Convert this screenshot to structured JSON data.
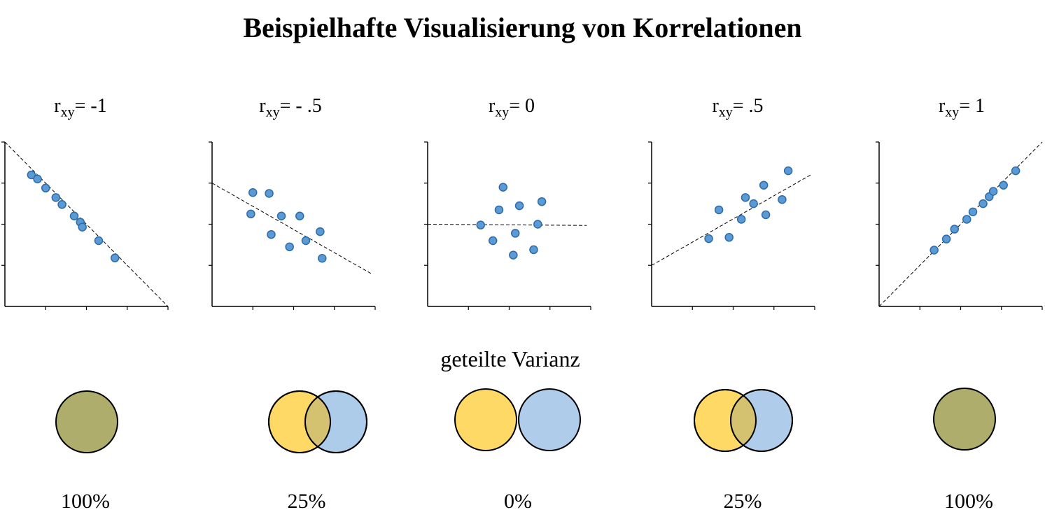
{
  "title": "Beispielhafte Visualisierung von Korrelationen",
  "shared_variance_label": "geteilte Varianz",
  "colors": {
    "point_fill": "#5b9bd5",
    "point_stroke": "#2e6aa8",
    "circle_yellow": "#ffd966",
    "circle_blue": "#9dc3e6",
    "circle_overlap_full": "#aead6c"
  },
  "panels": [
    {
      "r_prefix": "r",
      "r_sub": "xy",
      "r_value": "= -1",
      "shared_variance": "100%"
    },
    {
      "r_prefix": "r",
      "r_sub": "xy",
      "r_value": "= - .5",
      "shared_variance": "25%"
    },
    {
      "r_prefix": "r",
      "r_sub": "xy",
      "r_value": "= 0",
      "shared_variance": "0%"
    },
    {
      "r_prefix": "r",
      "r_sub": "xy",
      "r_value": "=  .5",
      "shared_variance": "25%"
    },
    {
      "r_prefix": "r",
      "r_sub": "xy",
      "r_value": "= 1",
      "shared_variance": "100%"
    }
  ],
  "chart_data": [
    {
      "type": "scatter",
      "r": -1,
      "xlim": [
        0,
        4
      ],
      "ylim": [
        0,
        4
      ],
      "trend": [
        [
          0,
          4
        ],
        [
          4,
          0
        ]
      ],
      "x": [
        0.65,
        0.8,
        1.0,
        1.25,
        1.4,
        1.7,
        1.85,
        1.9,
        2.3,
        2.7
      ],
      "y": [
        3.2,
        3.1,
        2.88,
        2.65,
        2.48,
        2.2,
        2.05,
        1.93,
        1.6,
        1.18
      ]
    },
    {
      "type": "scatter",
      "r": -0.5,
      "xlim": [
        0,
        4
      ],
      "ylim": [
        0,
        4
      ],
      "trend": [
        [
          0,
          3.0
        ],
        [
          3.9,
          0.8
        ]
      ],
      "x": [
        1.0,
        1.4,
        0.95,
        1.45,
        1.7,
        2.15,
        1.9,
        2.3,
        2.65,
        2.7
      ],
      "y": [
        2.77,
        2.75,
        2.25,
        1.75,
        2.2,
        2.2,
        1.45,
        1.6,
        1.82,
        1.17
      ]
    },
    {
      "type": "scatter",
      "r": 0,
      "xlim": [
        0,
        4
      ],
      "ylim": [
        0,
        4
      ],
      "trend": [
        [
          0,
          2.0
        ],
        [
          3.9,
          1.97
        ]
      ],
      "x": [
        1.85,
        1.75,
        2.25,
        2.8,
        1.3,
        2.15,
        2.7,
        1.6,
        2.1,
        2.6
      ],
      "y": [
        2.9,
        2.35,
        2.45,
        2.55,
        1.98,
        1.78,
        2.0,
        1.6,
        1.25,
        1.38
      ]
    },
    {
      "type": "scatter",
      "r": 0.5,
      "xlim": [
        0,
        4
      ],
      "ylim": [
        0,
        4
      ],
      "trend": [
        [
          0,
          1.0
        ],
        [
          3.9,
          3.2
        ]
      ],
      "x": [
        1.4,
        1.65,
        1.9,
        2.2,
        2.5,
        2.3,
        2.8,
        2.75,
        3.2,
        3.35
      ],
      "y": [
        1.65,
        2.35,
        1.68,
        2.12,
        2.5,
        2.65,
        2.23,
        2.95,
        2.6,
        3.3
      ]
    },
    {
      "type": "scatter",
      "r": 1,
      "xlim": [
        0,
        4
      ],
      "ylim": [
        0,
        4
      ],
      "trend": [
        [
          0,
          0
        ],
        [
          4,
          4
        ]
      ],
      "x": [
        1.35,
        1.65,
        1.85,
        2.15,
        2.3,
        2.55,
        2.7,
        2.8,
        3.05,
        3.35
      ],
      "y": [
        1.37,
        1.64,
        1.88,
        2.12,
        2.3,
        2.5,
        2.67,
        2.8,
        2.95,
        3.3
      ]
    }
  ]
}
